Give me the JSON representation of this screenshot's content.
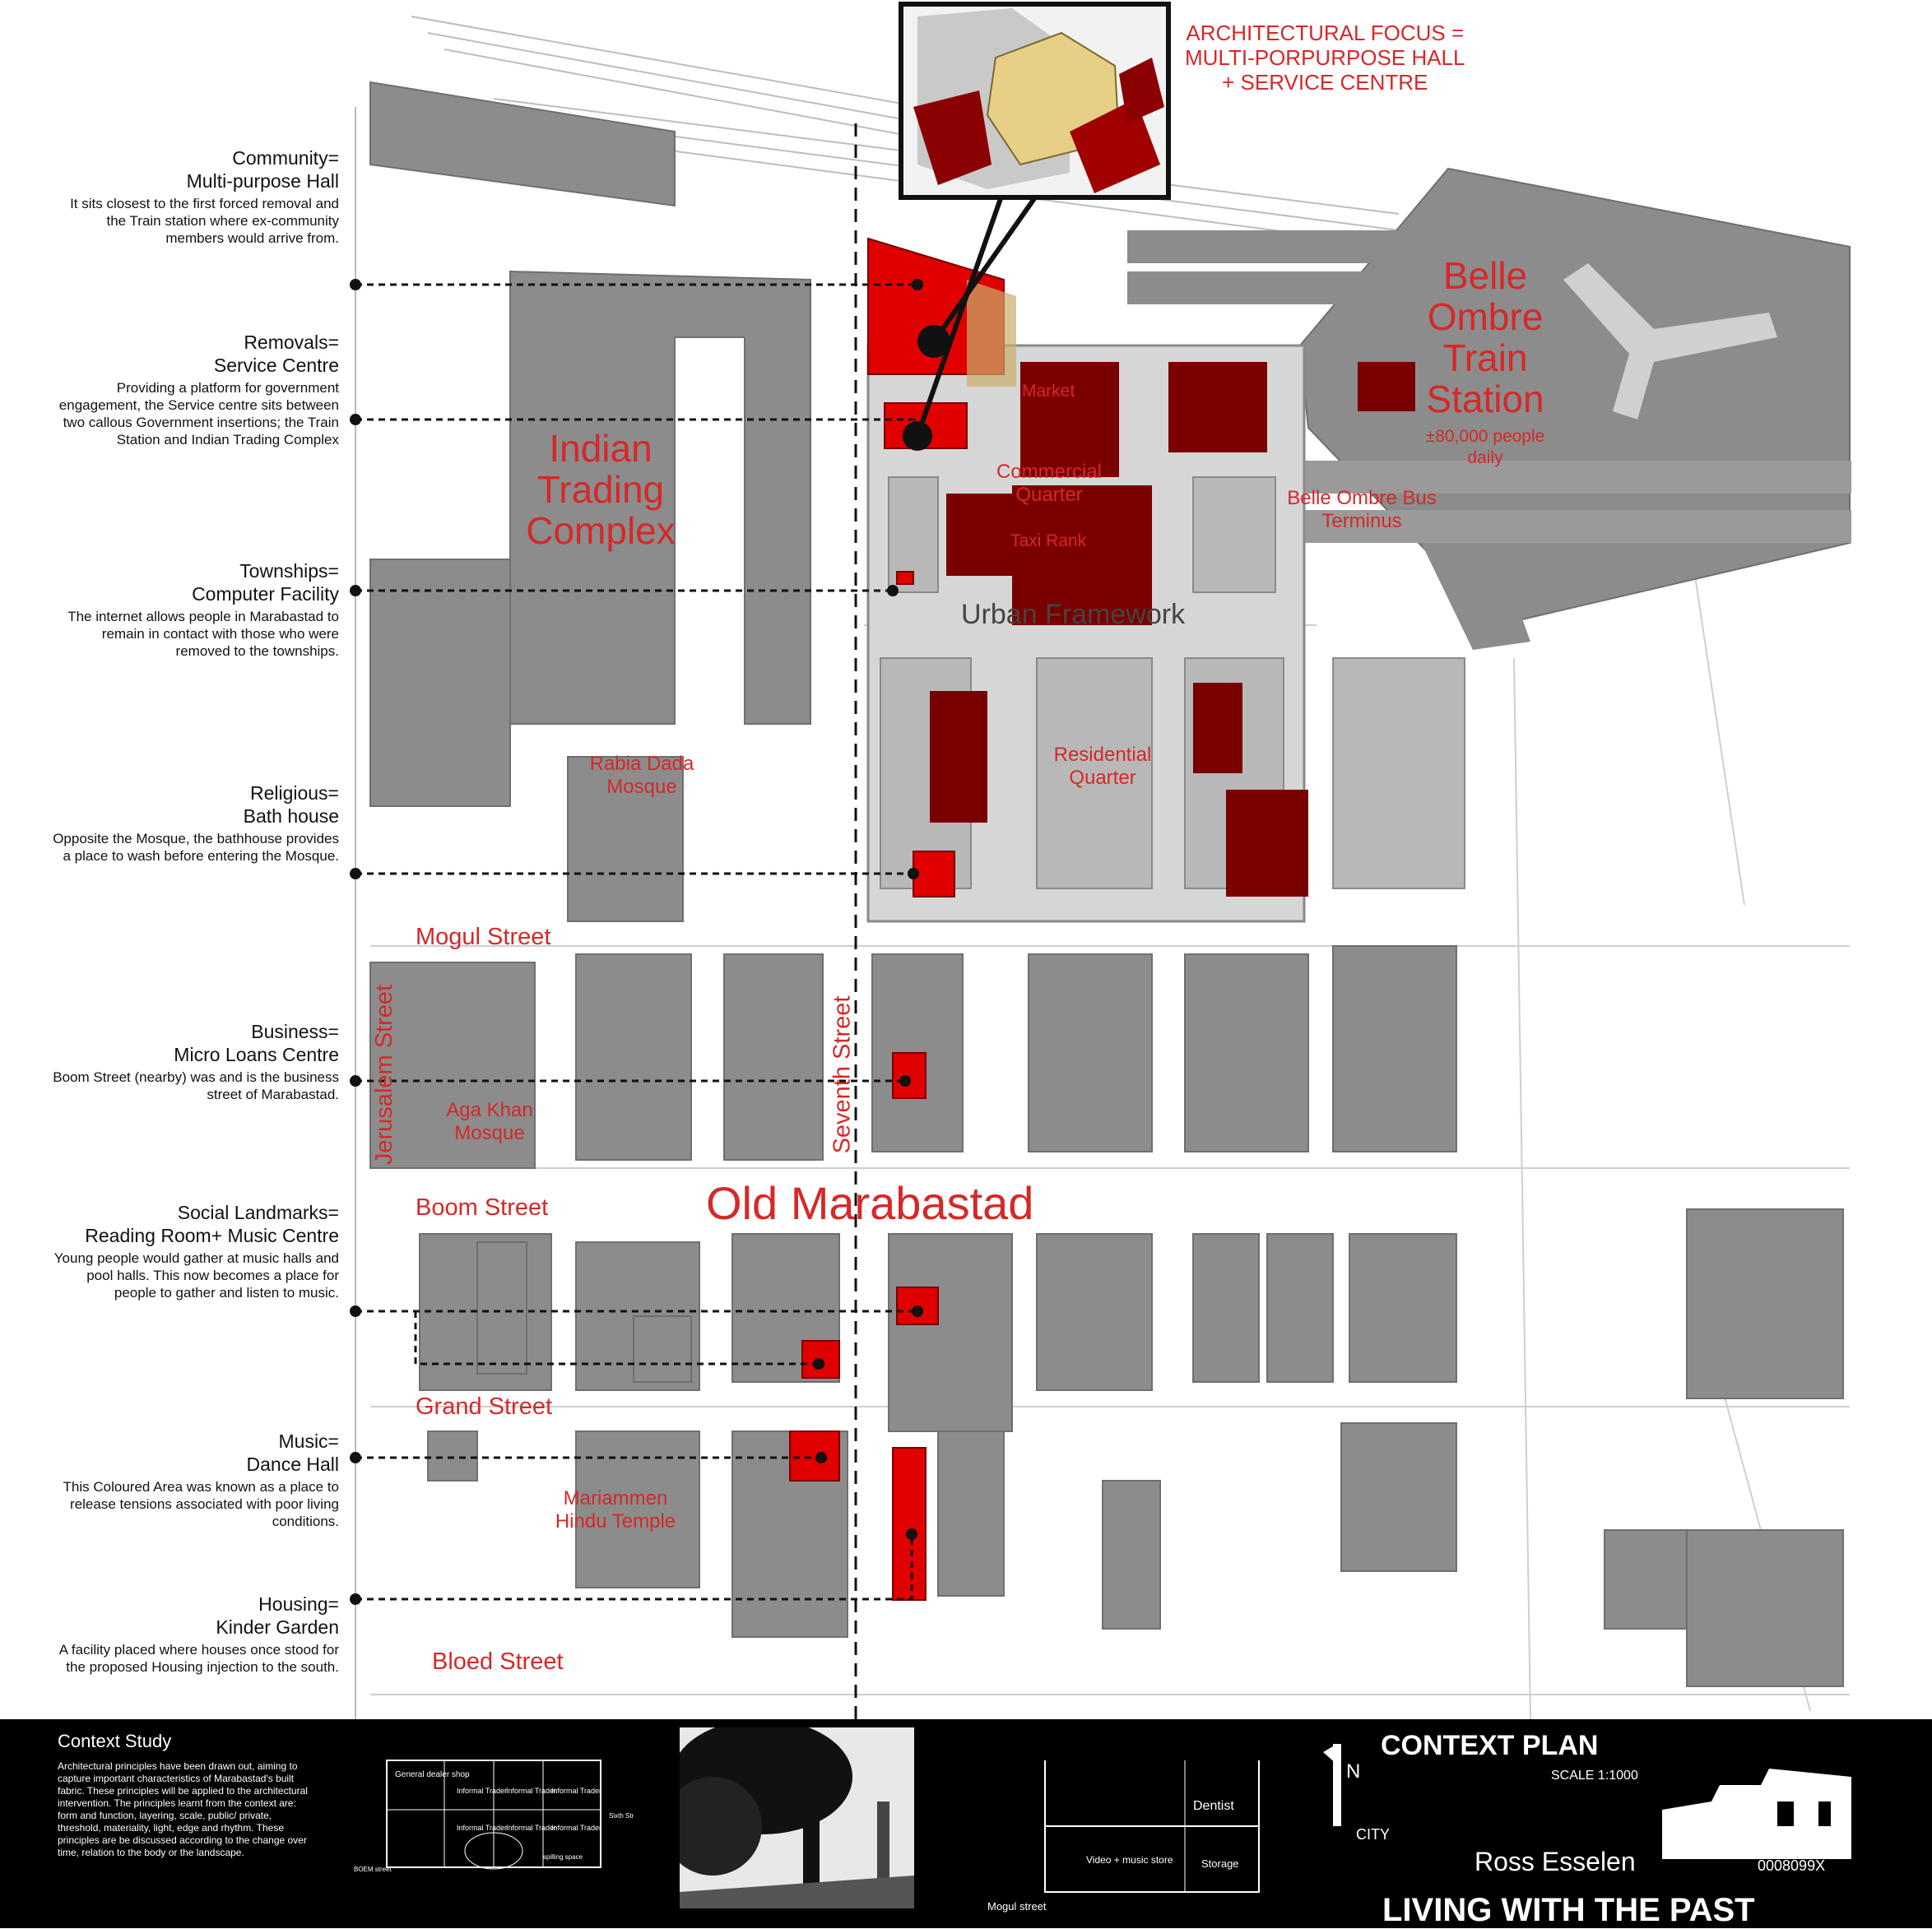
{
  "annotations": [
    {
      "heading": "Community=",
      "subheading": "Multi-purpose Hall",
      "desc": "It sits closest to the first forced removal and the Train station where ex-community members would arrive from."
    },
    {
      "heading": "Removals=",
      "subheading": "Service Centre",
      "desc": "Providing a platform for government engagement, the Service centre sits between two callous Government insertions; the Train Station and Indian Trading Complex"
    },
    {
      "heading": "Townships=",
      "subheading": "Computer Facility",
      "desc": "The internet allows people in Marabastad to remain in contact with those who were removed to the townships."
    },
    {
      "heading": "Religious=",
      "subheading": "Bath house",
      "desc": "Opposite the Mosque, the bathhouse provides a place to wash before entering the Mosque."
    },
    {
      "heading": "Business=",
      "subheading": "Micro Loans Centre",
      "desc": "Boom Street (nearby) was and is the business street of Marabastad."
    },
    {
      "heading": "Social Landmarks=",
      "subheading": "Reading Room+ Music Centre",
      "desc": "Young people would gather at music halls and pool halls. This now becomes a place for people to gather and listen to music."
    },
    {
      "heading": "Music=",
      "subheading": "Dance Hall",
      "desc": "This Coloured Area was known as a place to release tensions associated with poor living conditions."
    },
    {
      "heading": "Housing=",
      "subheading": "Kinder Garden",
      "desc": "A facility placed where houses once stood for the proposed Housing injection to the south."
    }
  ],
  "map_labels": {
    "focus_line1": "ARCHITECTURAL FOCUS  =",
    "focus_line2": "MULTI-PORPURPOSE  HALL",
    "focus_line3": "+  SERVICE CENTRE",
    "indian_trading": "Indian Trading Complex",
    "belle_ombre": "Belle Ombre Train Station",
    "people_daily": "±80,000 people daily",
    "bus_terminus": "Belle Ombre Bus Terminus",
    "market": "Market",
    "commercial": "Commercial Quarter",
    "taxi_rank": "Taxi Rank",
    "urban_framework": "Urban Framework",
    "residential": "Residential Quarter",
    "rabia_mosque": "Rabia Dada Mosque",
    "aga_khan": "Aga Khan Mosque",
    "mariammen": "Mariammen Hindu Temple",
    "old_marabastad": "Old Marabastad",
    "mogul_street": "Mogul Street",
    "boom_street": "Boom Street",
    "grand_street": "Grand Street",
    "bloed_street": "Bloed Street",
    "jerusalem_street": "Jerusalem Street",
    "seventh_street": "Seventh Street"
  },
  "footer": {
    "context_title": "Context Study",
    "context_desc": "Architectural principles have been drawn out, aiming to capture important characteristics of Marabastad's built fabric. These principles will be applied to the architectural intervention. The principles learnt from the context are: form and function, layering, scale, public/ private, threshold, materiality, light, edge and rhythm. These principles are be discussed according to the change over time, relation to the body or the landscape.",
    "plan_labels": [
      "General dealer shop",
      "Informal Trader",
      "Informal Trader",
      "Informal Trader",
      "Informal Trader",
      "Informal Trader",
      "Informal Trader",
      "BOEM street",
      "Sixth Street",
      "spilling space"
    ],
    "section_labels": [
      "Dentist",
      "Video + music store",
      "Storage",
      "Mogul street"
    ],
    "plan_title": "CONTEXT PLAN",
    "scale": "SCALE 1:1000",
    "north": "N",
    "city": "CITY",
    "author": "Ross Esselen",
    "student_no": "0008099X",
    "project": "LIVING WITH THE PAST"
  },
  "colors": {
    "accent_red": "#c4161c",
    "dark_red": "#7a0000",
    "building_grey": "#8a8a8a",
    "building_light": "#d8d8d8"
  }
}
